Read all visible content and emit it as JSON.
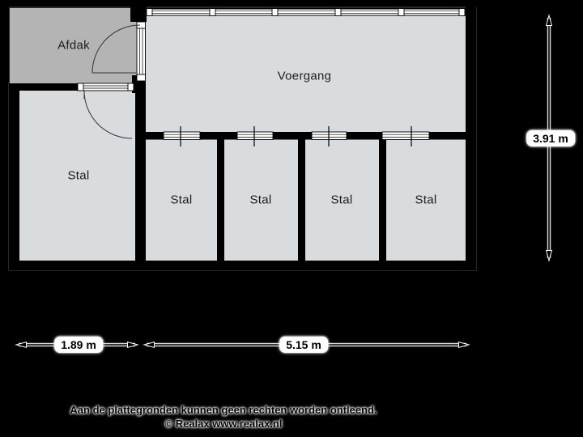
{
  "page": {
    "background_color": "#000000",
    "wall_color": "#000000",
    "room_fill_color": "#d8dcdf",
    "afdak_fill_color": "#b4b4b4",
    "opening_color": "#ffffff"
  },
  "plan": {
    "rooms": [
      {
        "name": "afdak",
        "label": "Afdak",
        "fill": "#b4b4b4"
      },
      {
        "name": "voergang",
        "label": "Voergang",
        "fill": "#d8dcdf"
      },
      {
        "name": "stal-large",
        "label": "Stal",
        "fill": "#d8dcdf"
      },
      {
        "name": "stal-1",
        "label": "Stal",
        "fill": "#d8dcdf"
      },
      {
        "name": "stal-2",
        "label": "Stal",
        "fill": "#d8dcdf"
      },
      {
        "name": "stal-3",
        "label": "Stal",
        "fill": "#d8dcdf"
      },
      {
        "name": "stal-4",
        "label": "Stal",
        "fill": "#d8dcdf"
      }
    ]
  },
  "dimensions": {
    "height": {
      "label": "3.91 m"
    },
    "width_left": {
      "label": "1.89 m"
    },
    "width_right": {
      "label": "5.15 m"
    }
  },
  "footer": {
    "disclaimer": "Aan de plattegronden kunnen geen rechten worden ontleend.",
    "copyright": "© Realax www.realax.nl"
  }
}
